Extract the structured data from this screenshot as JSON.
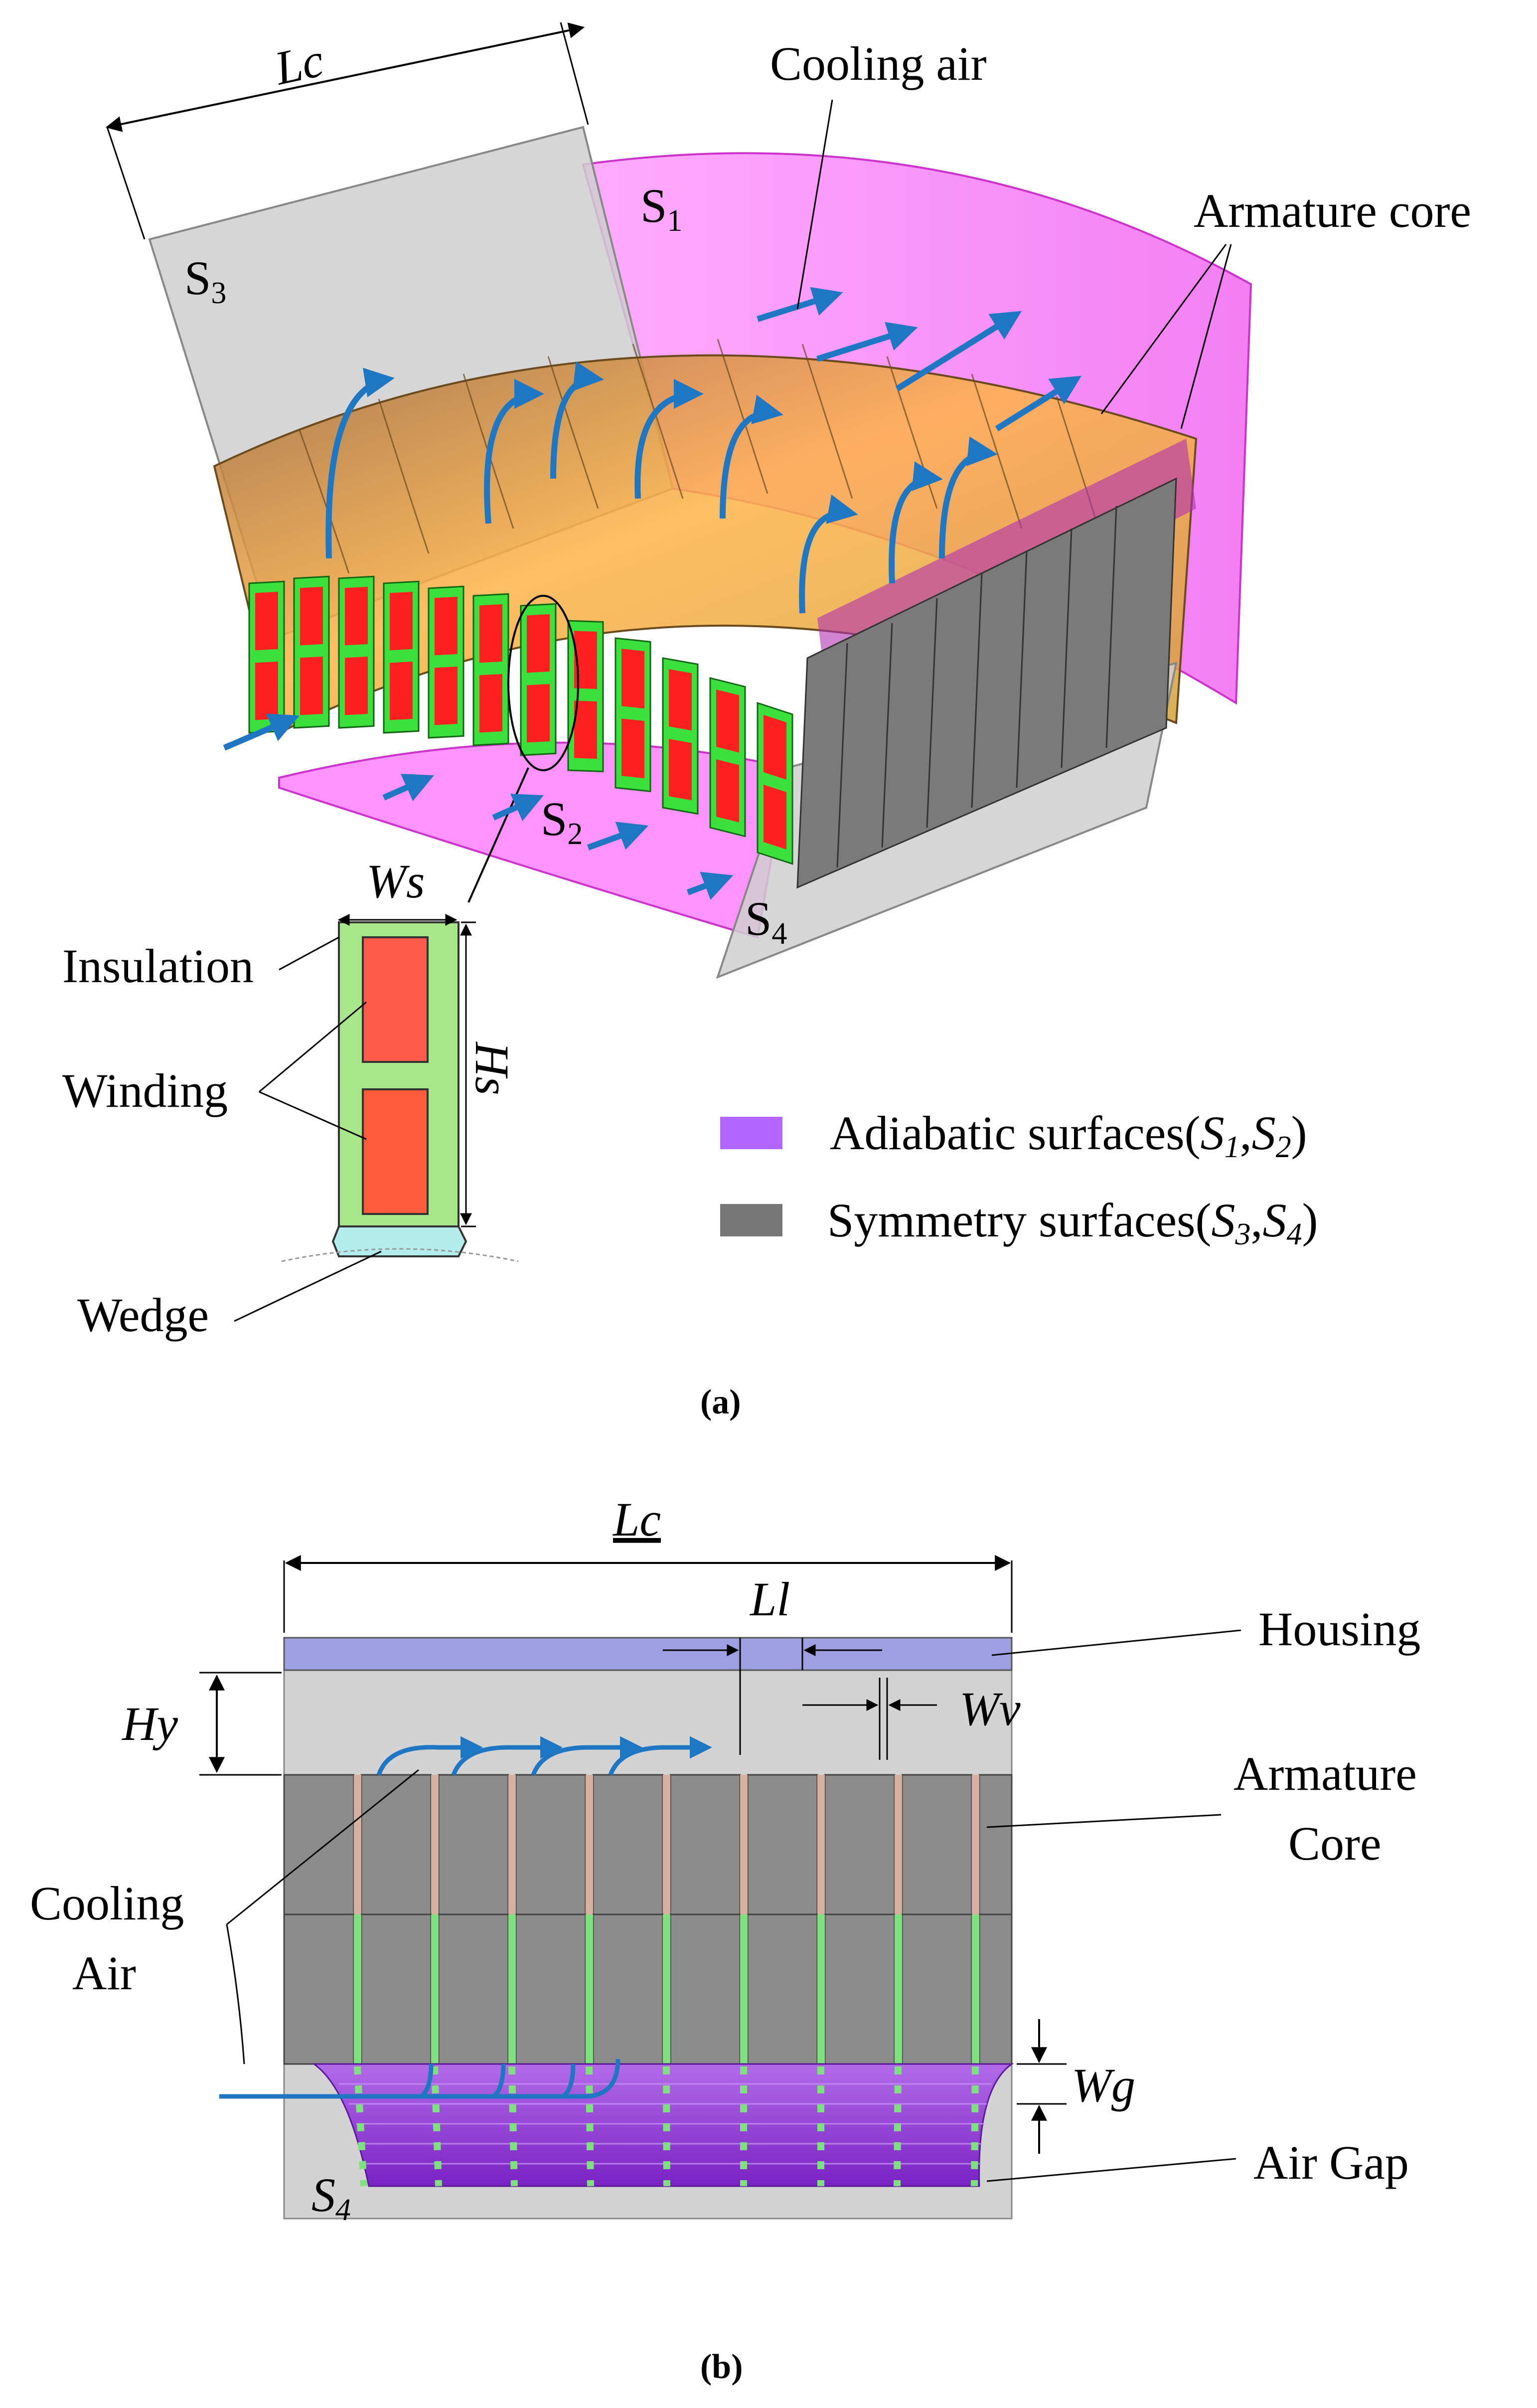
{
  "panel_a": {
    "dim_lc": "Lc",
    "label_s1": "S",
    "label_s1_sub": "1",
    "label_s2": "S",
    "label_s2_sub": "2",
    "label_s3": "S",
    "label_s3_sub": "3",
    "label_s4": "S",
    "label_s4_sub": "4",
    "cooling_air": "Cooling air",
    "armature_core": "Armature core",
    "slot_detail": {
      "dim_ws": "Ws",
      "dim_hs": "Hs",
      "insulation": "Insulation",
      "winding": "Winding",
      "wedge": "Wedge"
    },
    "legend": [
      {
        "label_pre": "Adiabatic surfaces(",
        "s_a": "S",
        "s_a_sub": "1",
        "sep": ",",
        "s_b": "S",
        "s_b_sub": "2",
        "label_post": ")",
        "color": "#b266ff"
      },
      {
        "label_pre": "Symmetry surfaces(",
        "s_a": "S",
        "s_a_sub": "3",
        "sep": ",",
        "s_b": "S",
        "s_b_sub": "4",
        "label_post": ")",
        "color": "#777777"
      }
    ],
    "caption": "(a)"
  },
  "panel_b": {
    "dim_lc": "Lc",
    "dim_ll": "Ll",
    "dim_hy": "Hy",
    "dim_wv": "Wv",
    "dim_wg": "Wg",
    "housing": "Housing",
    "armature_core_line1": "Armature",
    "armature_core_line2": "Core",
    "cooling_air_line1": "Cooling",
    "cooling_air_line2": "Air",
    "air_gap": "Air Gap",
    "label_s4": "S",
    "label_s4_sub": "4",
    "caption": "(b)"
  },
  "colors": {
    "adiabatic": "#b266ff",
    "symmetry": "#777777",
    "housing": "#9e9ee0",
    "core": "#8c8c8c",
    "insulation": "#66e066",
    "winding": "#ff2a2a",
    "wedge": "#a8e6e6",
    "air_gap": "#8a2be2",
    "surface_s1": "#ff66ff",
    "cooling_arrow": "#1f77c4"
  }
}
